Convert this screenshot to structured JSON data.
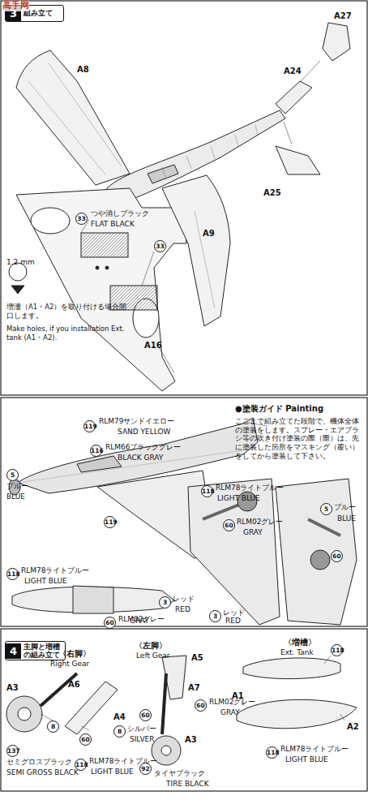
{
  "diagram": {
    "nodes": [
      {
        "text": [
          "3",
          "組み立て"
        ]
      },
      {
        "text": [
          "4",
          "主脚と増槽の組み立て"
        ]
      }
    ],
    "labels": [
      "高手网",
      "A27",
      "A24",
      "A8",
      "A25",
      "A9",
      "A16",
      "33",
      "つや消しブラック",
      "FLAT BLACK",
      "33",
      "1.2 mm",
      "増漕（A1・A2）を取り付ける場合開口します。",
      "Make holes, if you installation Ext. tank (A1・A2).",
      "●塗装ガイド Painting",
      "ここまで組み立てた段階で、機体全体の塗装をします。スプレー・エアブラシ等の吹き付け塗装の際（際）は、先に塗装した箇所をマスキング（覆い）をしてから塗装して下さい。",
      "119",
      "RLM79サンドイエロー",
      "SAND YELLOW",
      "116",
      "RLM66ブラックグレー",
      "BLACK GRAY",
      "5",
      "ブルー",
      "BLUE",
      "118",
      "RLM78ライトブルー",
      "LIGHT BLUE",
      "119",
      "60",
      "RLM02グレー",
      "GRAY",
      "5",
      "ブルー",
      "BLUE",
      "60",
      "118",
      "RLM78ライトブルー",
      "LIGHT BLUE",
      "3",
      "レッド",
      "RED",
      "60",
      "RLM02グレー",
      "GRAY",
      "3",
      "レッド",
      "RED",
      "〈右脚〉",
      "Right Gear",
      "〈左脚〉",
      "Left Gear",
      "A5",
      "A3",
      "A6",
      "A4",
      "A7",
      "8",
      "60",
      "137",
      "セミグロスブラック",
      "SEMI GROSS BLACK",
      "118",
      "RLM78ライトブルー",
      "LIGHT BLUE",
      "60",
      "8",
      "シルバー",
      "SILVER",
      "A3",
      "92",
      "タイヤブラック",
      "TIRE BLACK",
      "60",
      "RLM02グレー",
      "GRAY",
      "〈増槽〉",
      "Ext. Tank",
      "118",
      "A1",
      "A2",
      "118",
      "RLM78ライトブルー",
      "LIGHT BLUE"
    ]
  }
}
